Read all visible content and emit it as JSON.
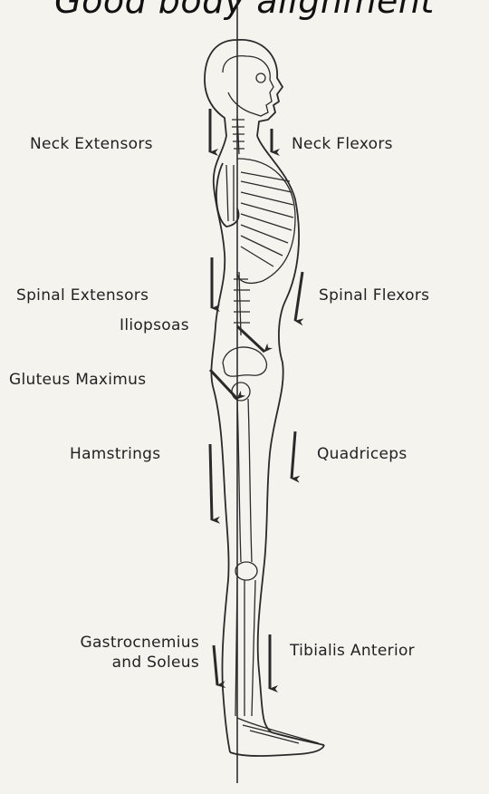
{
  "title": "Good body alignment",
  "labels": {
    "neck_extensors": "Neck Extensors",
    "neck_flexors": "Neck Flexors",
    "spinal_extensors": "Spinal Extensors",
    "spinal_flexors": "Spinal Flexors",
    "iliopsoas": "Iliopsoas",
    "gluteus_maximus": "Gluteus Maximus",
    "hamstrings": "Hamstrings",
    "quadriceps": "Quadriceps",
    "gastrocnemius_line1": "Gastrocnemius",
    "gastrocnemius_line2": "and Soleus",
    "tibialis_anterior": "Tibialis Anterior"
  },
  "colors": {
    "ink": "#2a2a2a",
    "paper": "#f5f3ee"
  }
}
